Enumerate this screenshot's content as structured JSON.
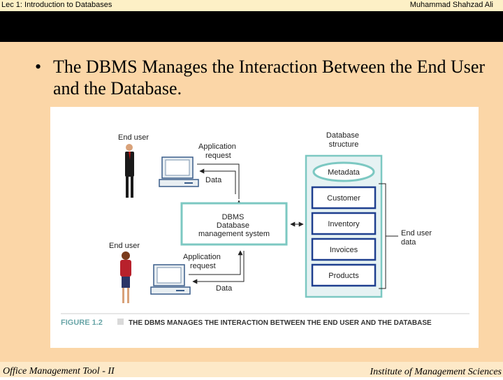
{
  "header": {
    "left": "Lec 1: Introduction to Databases",
    "right": "Muhammad Shahzad Ali"
  },
  "slide": {
    "bullet_symbol": "•",
    "bullet_text": "The DBMS Manages the Interaction  Between the End User and the Database."
  },
  "figure": {
    "end_user_top": "End user",
    "end_user_bottom": "End user",
    "app_request_top": [
      "Application",
      "request"
    ],
    "app_request_bottom": [
      "Application",
      "request"
    ],
    "data_top": "Data",
    "data_bottom": "Data",
    "dbms": [
      "DBMS",
      "Database",
      "management system"
    ],
    "db_structure": [
      "Database",
      "structure"
    ],
    "metadata": "Metadata",
    "tables": [
      "Customer",
      "Inventory",
      "Invoices",
      "Products"
    ],
    "end_user_data": [
      "End user",
      "data"
    ],
    "caption_number": "FIGURE 1.2",
    "caption_text": "THE DBMS MANAGES THE INTERACTION BETWEEN THE END USER AND THE DATABASE"
  },
  "footer": {
    "left": "Office Management Tool - II",
    "right": "Institute of Management Sciences"
  },
  "colors": {
    "slide_bg": "#fbd6a7",
    "box_teal": "#7cc8c2",
    "box_blue": "#1f3f8f",
    "caption_teal": "#6aa6a8"
  }
}
